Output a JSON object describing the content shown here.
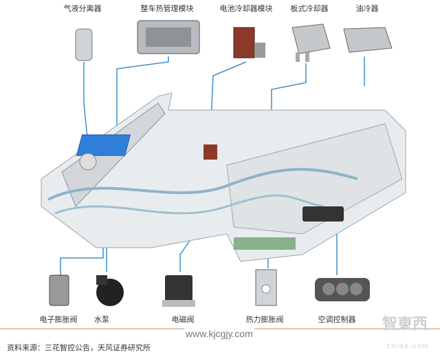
{
  "top_labels": {
    "gas_liquid_separator": "气液分离器",
    "vehicle_thermal_module": "整车热管理模块",
    "battery_chiller_module": "电池冷却器模块",
    "plate_cooler": "板式冷却器",
    "oil_cooler": "油冷器"
  },
  "bottom_labels": {
    "electronic_expansion_valve": "电子膨胀阀",
    "water_pump": "水泵",
    "solenoid_valve": "电磁阀",
    "thermal_expansion_valve": "热力膨胀阀",
    "ac_controller": "空调控制器"
  },
  "source": "资料来源：三花智控公告，天风证券研究所",
  "website": "www.kjcgjy.com",
  "watermark": {
    "brand": "智東西",
    "domain": "zhidx.com"
  },
  "colors": {
    "leader": "#3d8fc6",
    "module_blue": "#2f7fd8",
    "divider": "#d9b48a"
  }
}
